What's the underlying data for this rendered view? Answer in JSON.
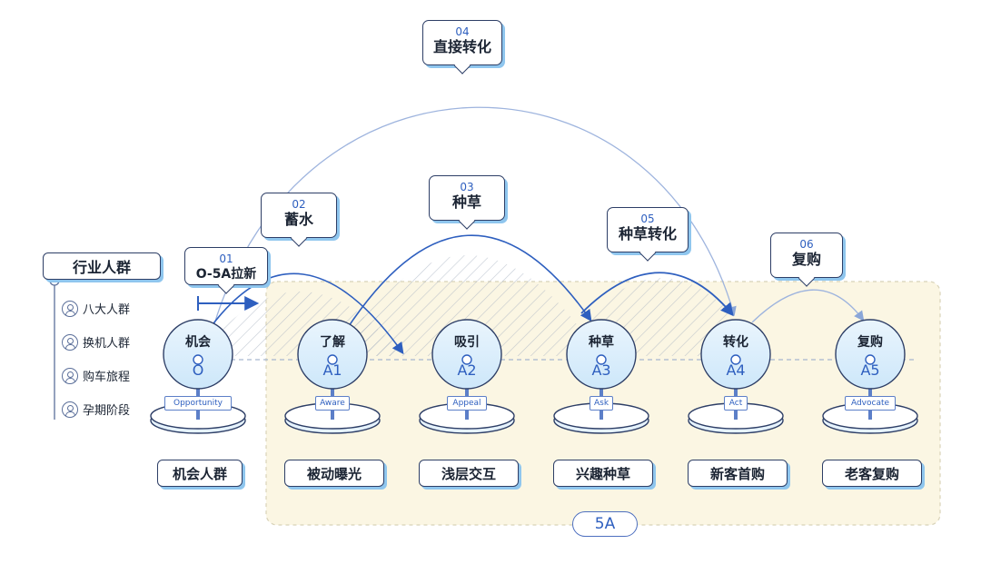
{
  "legend": {
    "title": "行业人群",
    "items": [
      "八大人群",
      "换机人群",
      "购车旅程",
      "孕期阶段"
    ]
  },
  "nodes": [
    {
      "cn": "机会",
      "code": "O",
      "tag": "Opportunity",
      "stage": "机会人群"
    },
    {
      "cn": "了解",
      "code": "A1",
      "tag": "Aware",
      "stage": "被动曝光"
    },
    {
      "cn": "吸引",
      "code": "A2",
      "tag": "Appeal",
      "stage": "浅层交互"
    },
    {
      "cn": "种草",
      "code": "A3",
      "tag": "Ask",
      "stage": "兴趣种草"
    },
    {
      "cn": "转化",
      "code": "A4",
      "tag": "Act",
      "stage": "新客首购"
    },
    {
      "cn": "复购",
      "code": "A5",
      "tag": "Advocate",
      "stage": "老客复购"
    }
  ],
  "callouts": [
    {
      "num": "01",
      "text": "O-5A拉新"
    },
    {
      "num": "02",
      "text": "蓄水"
    },
    {
      "num": "03",
      "text": "种草"
    },
    {
      "num": "04",
      "text": "直接转化"
    },
    {
      "num": "05",
      "text": "种草转化"
    },
    {
      "num": "06",
      "text": "复购"
    }
  ],
  "region_label": "5A",
  "colors": {
    "accent": "#2e5fbf",
    "shadow": "#8fc6ee",
    "region": "#fbf6e3",
    "outline": "#2d3e66"
  }
}
